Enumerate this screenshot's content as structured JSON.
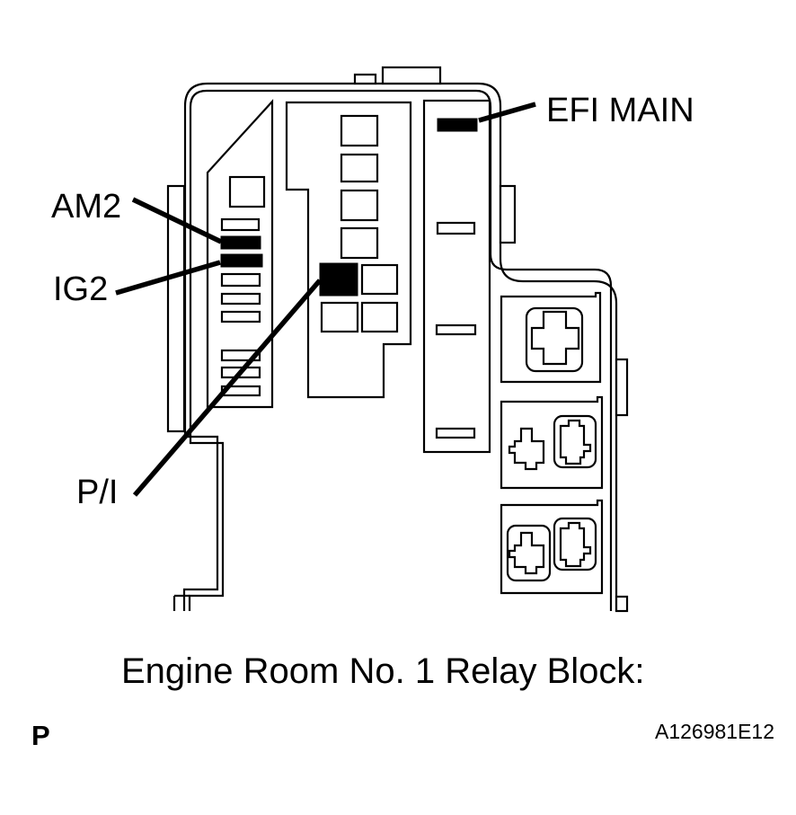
{
  "figure": {
    "caption": "Engine Room No. 1 Relay Block:",
    "code": "A126981E12",
    "page_letter": "P",
    "labels": {
      "efi_main": "EFI MAIN",
      "am2": "AM2",
      "ig2": "IG2",
      "pi": "P/I"
    },
    "highlighted_fuses": [
      "EFI MAIN",
      "AM2",
      "IG2",
      "P/I"
    ],
    "colors": {
      "line": "#000000",
      "highlight_fill": "#000000",
      "background": "#ffffff"
    }
  }
}
